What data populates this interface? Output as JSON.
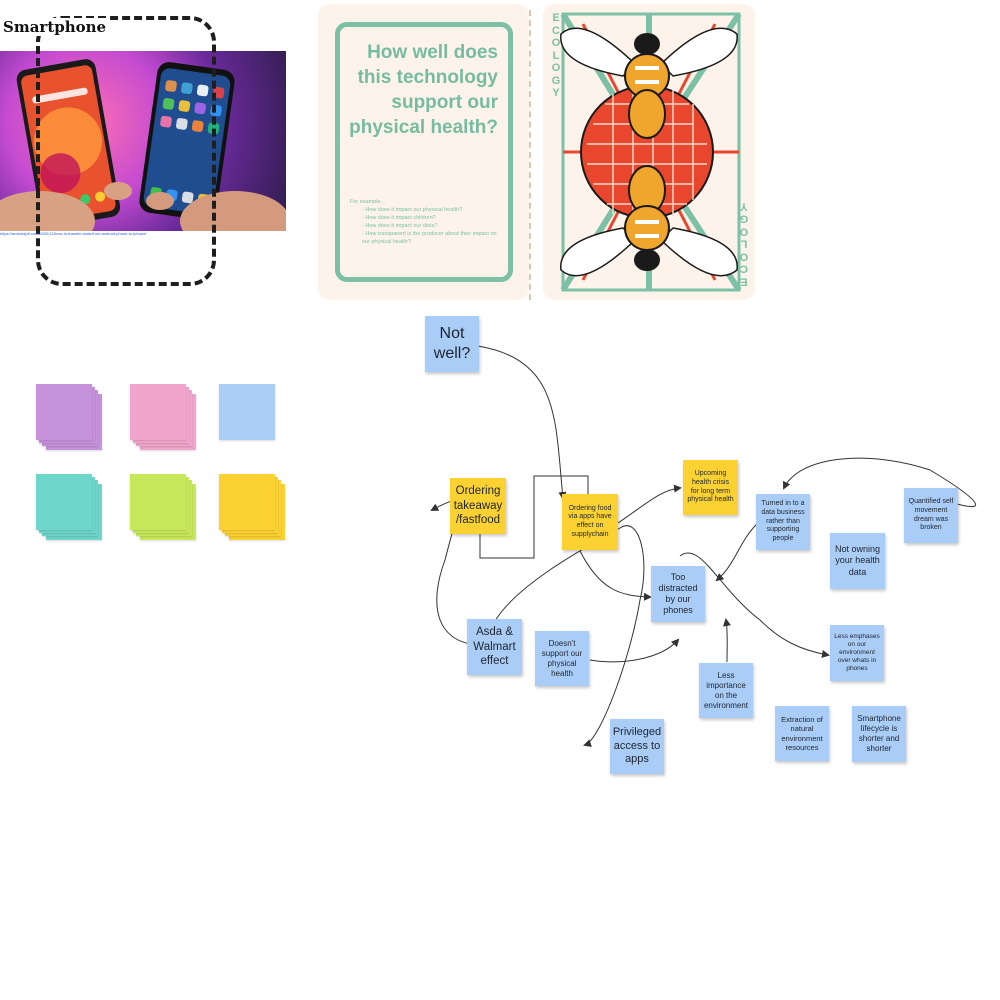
{
  "frame": {
    "title": "Smartphone",
    "photo_link": "https://androidpit.com/2020/12/how-to-transfer-data-from-android-phone-to-iphone/"
  },
  "card_question": {
    "question": "How well does this technology support our physical health?",
    "examples_label": "For example...",
    "examples": [
      "How does it impact our physical health?",
      "How does it impact children?",
      "How does it impact our diets?",
      "How transparent is the producer about their impact on our physical health?"
    ]
  },
  "card_ecology": {
    "label": "ECOLOGY"
  },
  "palette": {
    "colors": [
      "#c692dc",
      "#f2a5cc",
      "#a9cdf7",
      "#6fd6cb",
      "#c8e85b",
      "#fbd232"
    ]
  },
  "notes": {
    "not_well": "Not well?",
    "ordering_takeaway": "Ordering takeaway /fastfood",
    "ordering_apps": "Ordering food via apps have effect on supplychain",
    "health_crisis": "Upcoming health crisis for long term physical health",
    "data_business": "Turned in to a data business rather than supporting people",
    "quantified_self": "Quantified self movement dream was broken",
    "not_owning": "Not owning your health data",
    "too_distracted": "Too distracted by our phones",
    "asda_walmart": "Asda & Walmart effect",
    "doesnt_support": "Doesn't support our physical health",
    "less_emphases": "Less emphases on our environment over whats in phones",
    "less_importance": "Less importance on the environment",
    "extraction": "Extraction of natural environment resources",
    "lifecycle": "Smartphone lifecycle is shorter and shorter",
    "privileged": "Privileged access to apps"
  }
}
